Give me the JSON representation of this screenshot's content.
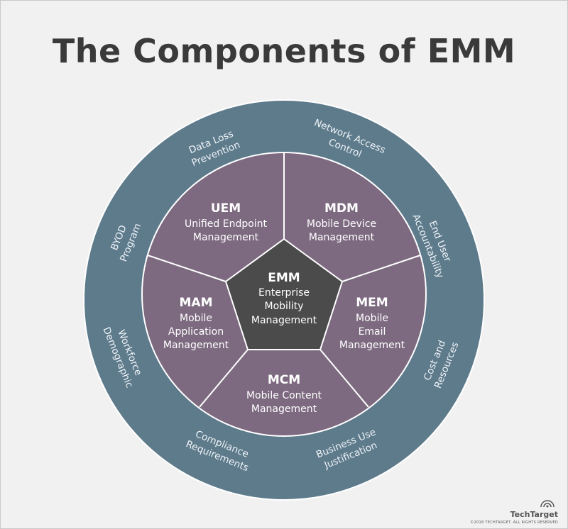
{
  "title": "The Components of EMM",
  "center": {
    "abbr": "EMM",
    "line1": "Enterprise",
    "line2": "Mobility",
    "line3": "Management"
  },
  "segments": {
    "uem": {
      "abbr": "UEM",
      "line1": "Unified Endpoint",
      "line2": "Management"
    },
    "mdm": {
      "abbr": "MDM",
      "line1": "Mobile Device",
      "line2": "Management"
    },
    "mem": {
      "abbr": "MEM",
      "line1": "Mobile",
      "line2": "Email",
      "line3": "Management"
    },
    "mcm": {
      "abbr": "MCM",
      "line1": "Mobile Content",
      "line2": "Management"
    },
    "mam": {
      "abbr": "MAM",
      "line1": "Mobile",
      "line2": "Application",
      "line3": "Management"
    }
  },
  "outer_ring": {
    "data_loss": {
      "line1": "Data Loss",
      "line2": "Prevention"
    },
    "network_access": {
      "line1": "Network Access",
      "line2": "Control"
    },
    "end_user": {
      "line1": "End User",
      "line2": "Accountability"
    },
    "cost": {
      "line1": "Cost and",
      "line2": "Resources"
    },
    "business_use": {
      "line1": "Business Use",
      "line2": "Justification"
    },
    "compliance": {
      "line1": "Compliance",
      "line2": "Requirements"
    },
    "workforce": {
      "line1": "Workforce",
      "line2": "Demographic"
    },
    "byod": {
      "line1": "BYOD",
      "line2": "Program"
    }
  },
  "footer": {
    "brand": "TechTarget",
    "copyright": "©2018 TECHTARGET. ALL RIGHTS RESERVED"
  },
  "colors": {
    "outer_ring": "#5e7b8c",
    "segment": "#7d6a80",
    "center": "#4b4b4b",
    "divider": "#ffffff",
    "title": "#3a3a3a"
  }
}
